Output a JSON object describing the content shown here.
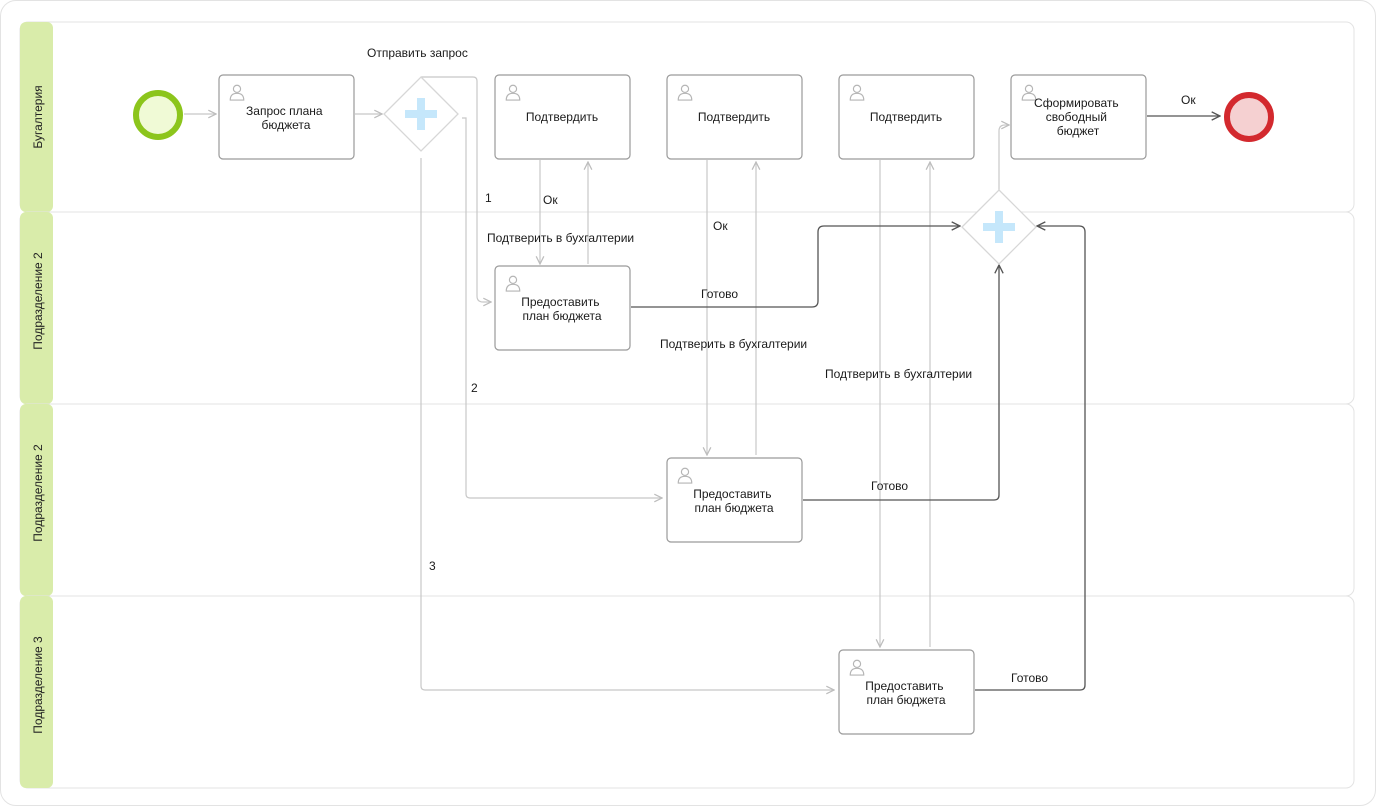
{
  "lanes": [
    {
      "id": "lane-accounting",
      "title": "Бугалтерия"
    },
    {
      "id": "lane-division-2a",
      "title": "Подразделение 2"
    },
    {
      "id": "lane-division-2b",
      "title": "Подразделение 2"
    },
    {
      "id": "lane-division-3",
      "title": "Подразделение 3"
    }
  ],
  "tasks": {
    "request": [
      "Запрос плана",
      "бюджета"
    ],
    "confirm1": [
      "Подтвердить"
    ],
    "confirm2": [
      "Подтвердить"
    ],
    "confirm3": [
      "Подтвердить"
    ],
    "form": [
      "Сформировать",
      "свободный",
      "бюджет"
    ],
    "provide1": [
      "Предоставить",
      "план бюджета"
    ],
    "provide2": [
      "Предоставить",
      "план бюджета"
    ],
    "provide3": [
      "Предоставить",
      "план бюджета"
    ]
  },
  "labels": {
    "send_request": "Отправить запрос",
    "ok_end": "Ок",
    "branch1": "1",
    "ok1": "Ок",
    "confirm_acc1": "Подтверить в бухгалтерии",
    "ok2": "Ок",
    "done1": "Готово",
    "confirm_acc2": "Подтверить в бухгалтерии",
    "confirm_acc3": "Подтверить в бухгалтерии",
    "branch2": "2",
    "done2": "Готово",
    "branch3": "3",
    "done3": "Готово"
  },
  "colors": {
    "lane_header": "#d9ecaa",
    "start_ring": "#8cc51c",
    "start_fill": "#f0fad6",
    "end_ring": "#d3292e",
    "end_fill": "#f5d0d1",
    "gateway_plus": "#c5e7fb",
    "flow_dark": "#555555",
    "flow_light": "#c8c8c8",
    "task_border": "#9a9a9a"
  },
  "icons": {
    "task": "user-icon",
    "gateway": "parallel-gateway-plus-icon"
  }
}
